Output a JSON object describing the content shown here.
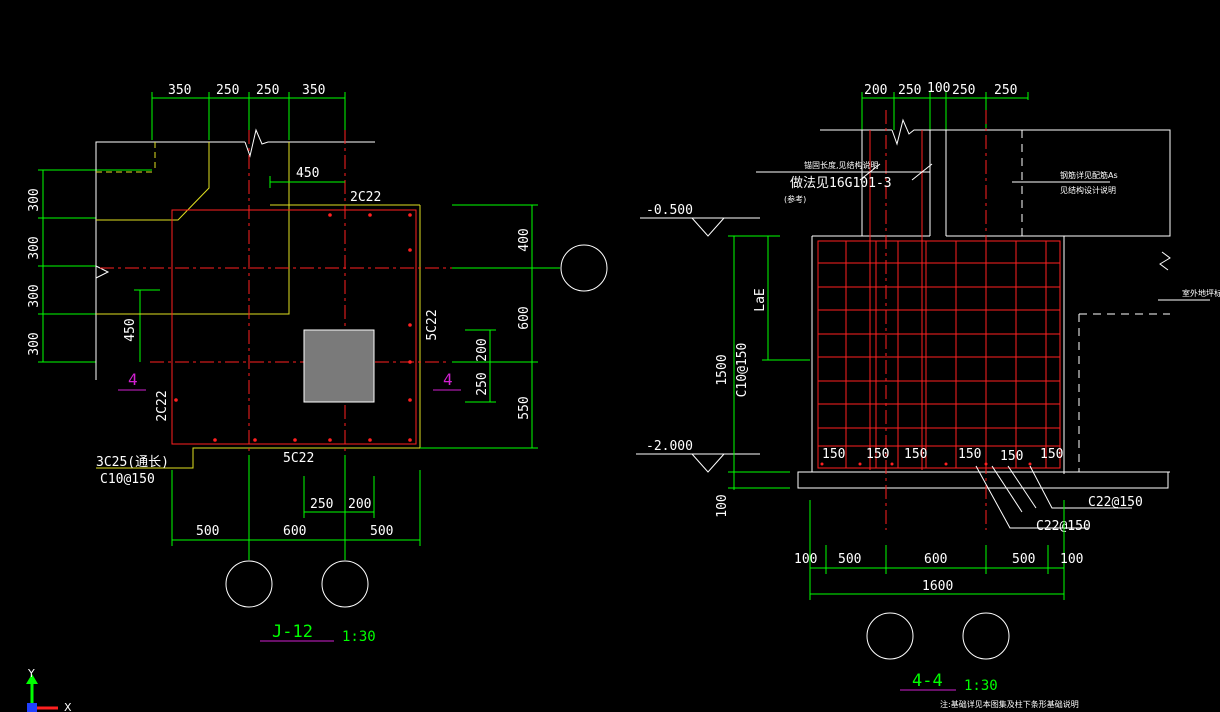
{
  "plan": {
    "top_dims": [
      "350",
      "250",
      "250",
      "350"
    ],
    "left_dims": [
      "300",
      "300",
      "300",
      "300"
    ],
    "left_inner_dim": "450",
    "inner_dim_450": "450",
    "right_dims": [
      "400",
      "600",
      "550"
    ],
    "right_inner_dims": [
      "200",
      "250"
    ],
    "bottom_dims": [
      "500",
      "600",
      "500"
    ],
    "bottom_inner_dims": [
      "250",
      "200"
    ],
    "rebar_top": "2C22",
    "rebar_left": "2C22",
    "rebar_right": "5C22",
    "rebar_bottom": "5C22",
    "rebar_note_1": "3C25(通长)",
    "rebar_note_2": "C10@150",
    "section_mark_left": "4",
    "section_mark_right": "4",
    "title": "J-12",
    "scale": "1:30"
  },
  "section": {
    "top_dims": [
      "200",
      "250",
      "100",
      "250",
      "250"
    ],
    "elev_top": "-0.500",
    "elev_bottom": "-2.000",
    "dim_1500": "1500",
    "dim_100": "100",
    "stirrup": "C10@150",
    "anchor_label": "LaE",
    "note_atlas_1": "锚固长度,见结构说明",
    "note_atlas_2": "做法见16G101-3",
    "note_atlas_3": "(参考)",
    "note_right_1": "钢筋详见配筋As",
    "note_right_2": "见结构设计说明",
    "note_right_3": "室外地坪标高",
    "bar_spacing": [
      "150",
      "150",
      "150",
      "150",
      "150",
      "150"
    ],
    "rebar_label_1": "C22@150",
    "rebar_label_2": "C22@150",
    "bottom_dims": [
      "100",
      "500",
      "600",
      "500",
      "100"
    ],
    "total_dim": "1600",
    "title": "4-4",
    "scale": "1:30",
    "footnote": "注:基础详见本图集及柱下条形基础说明"
  },
  "ucs": {
    "y_label": "Y",
    "x_label": "X"
  }
}
